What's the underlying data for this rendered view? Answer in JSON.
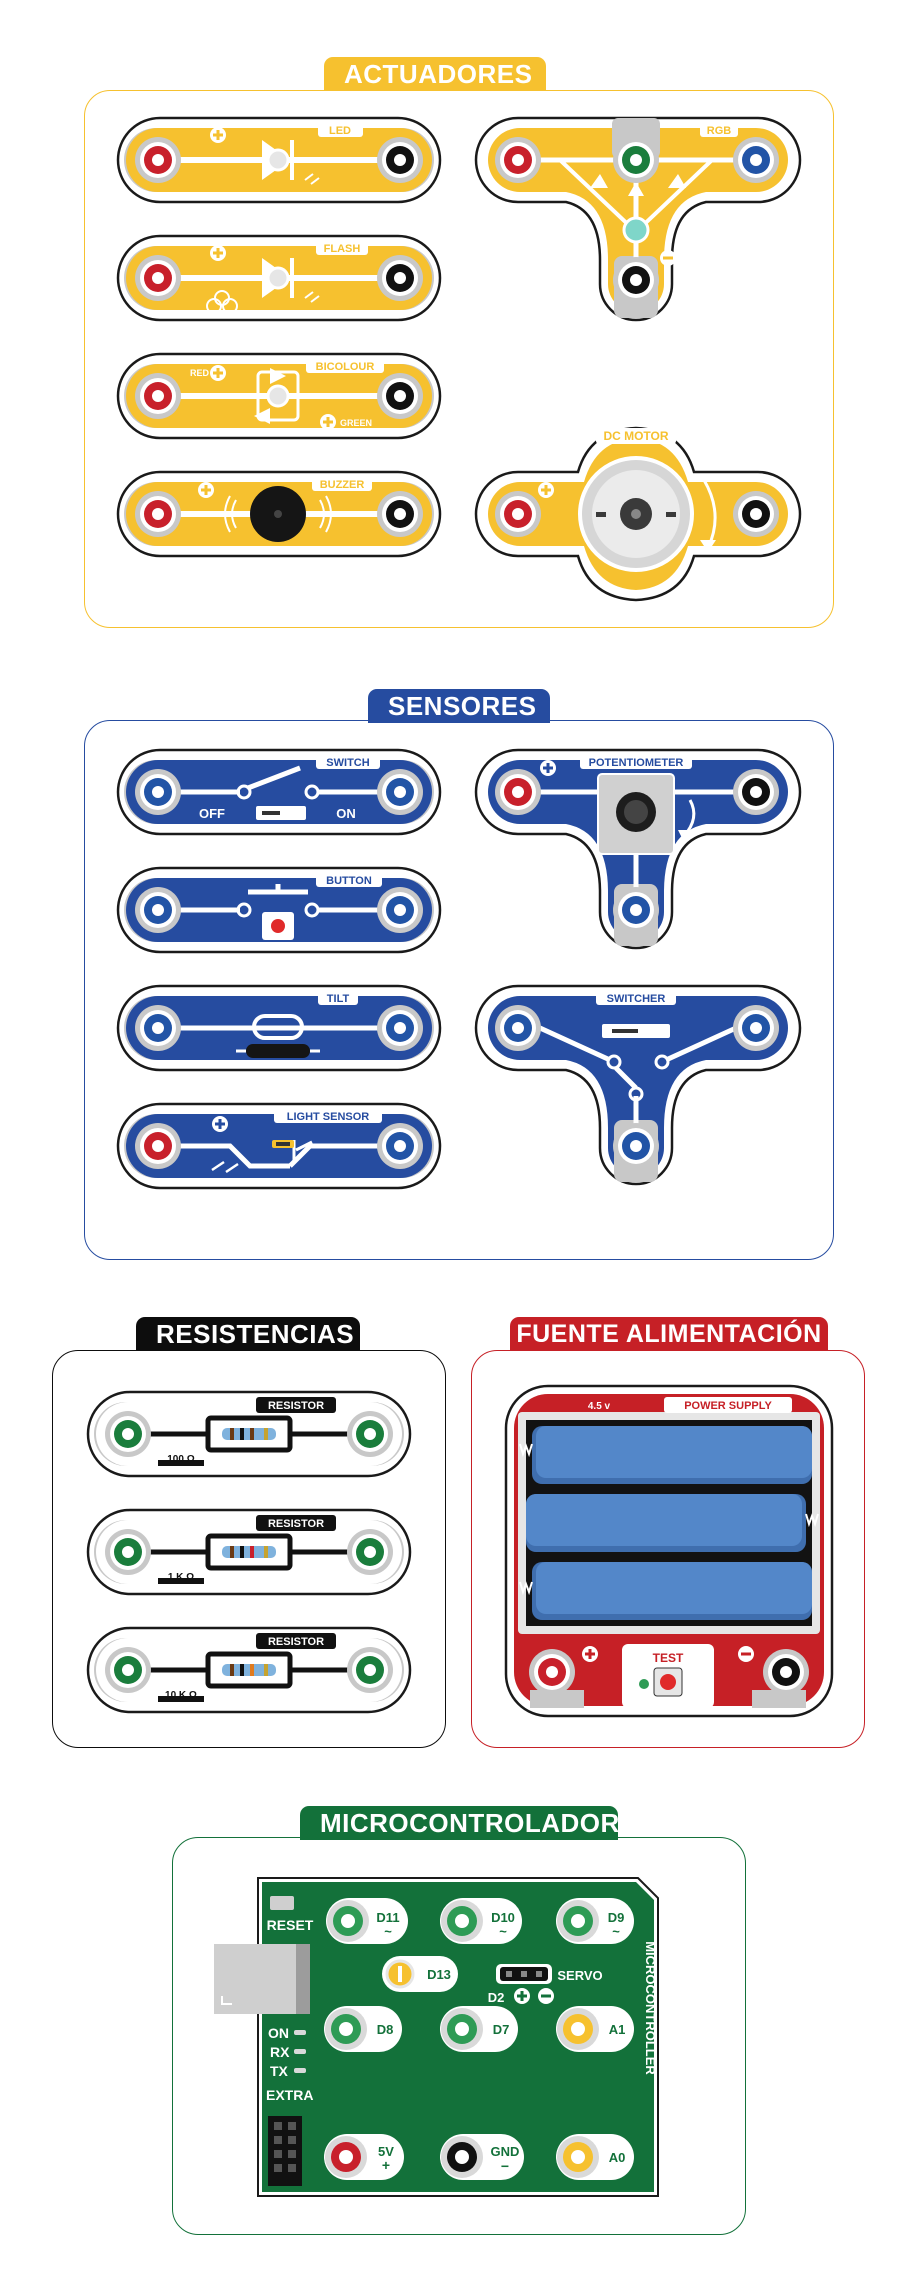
{
  "colors": {
    "actuators": "#f6c12f",
    "sensors": "#264ca0",
    "resistors": "#0d0d0d",
    "power": "#c62026",
    "micro": "#13713a",
    "socket_red": "#c8202b",
    "socket_black": "#111111",
    "socket_green": "#1a7d3c",
    "socket_blue": "#2254a6",
    "socket_yellow": "#f6c12f",
    "battery": "#4f82c4"
  },
  "sections": {
    "actuators": "ACTUADORES",
    "sensors": "SENSORES",
    "resistors": "RESISTENCIAS",
    "power": "FUENTE ALIMENTACIÓN",
    "micro": "MICROCONTROLADOR"
  },
  "actuators": {
    "led": {
      "label": "LED"
    },
    "flash": {
      "label": "FLASH"
    },
    "bicolour": {
      "label": "BICOLOUR",
      "red": "RED",
      "green": "GREEN"
    },
    "buzzer": {
      "label": "BUZZER"
    },
    "rgb": {
      "label": "RGB"
    },
    "dc_motor": {
      "label": "DC MOTOR"
    }
  },
  "sensors": {
    "switch": {
      "label": "SWITCH",
      "off": "OFF",
      "on": "ON"
    },
    "button": {
      "label": "BUTTON"
    },
    "tilt": {
      "label": "TILT"
    },
    "light_sensor": {
      "label": "LIGHT SENSOR"
    },
    "potentiometer": {
      "label": "POTENTIOMETER"
    },
    "switcher": {
      "label": "SWITCHER"
    }
  },
  "resistors": [
    {
      "label": "RESISTOR",
      "value": "100 Ω"
    },
    {
      "label": "RESISTOR",
      "value": "1 K Ω"
    },
    {
      "label": "RESISTOR",
      "value": "10 K Ω"
    }
  ],
  "power_supply": {
    "voltage": "4.5 v",
    "label": "POWER SUPPLY",
    "test": "TEST"
  },
  "microcontroller": {
    "side_label": "MICROCONTROLLER",
    "reset": "RESET",
    "servo": "SERVO",
    "d2": "D2",
    "leds": [
      "ON",
      "RX",
      "TX"
    ],
    "extra": "EXTRA",
    "pins": {
      "d11": "D11",
      "d10": "D10",
      "d9": "D9",
      "d13": "D13",
      "d8": "D8",
      "d7": "D7",
      "a1": "A1",
      "a0": "A0",
      "v5": "5V",
      "gnd": "GND"
    },
    "pwm_mark": "~"
  }
}
